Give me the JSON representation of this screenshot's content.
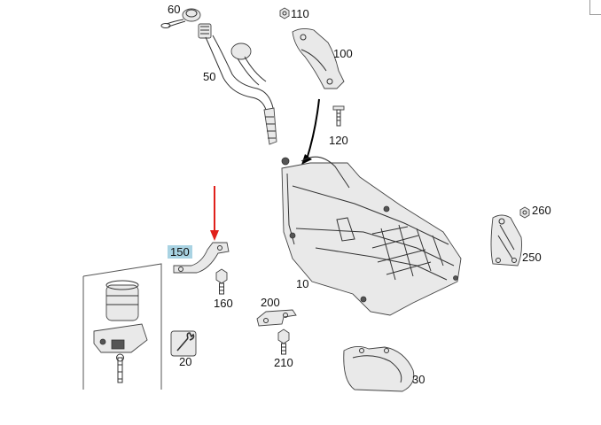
{
  "callouts": {
    "c60": "60",
    "c110": "110",
    "c100": "100",
    "c50": "50",
    "c120": "120",
    "c260": "260",
    "c250": "250",
    "c150": "150",
    "c10": "10",
    "c160": "160",
    "c200": "200",
    "c20": "20",
    "c210": "210",
    "c30": "30"
  },
  "highlight": {
    "part": "150",
    "color": "#a9d3e3"
  },
  "arrow_color": "#e0201b"
}
